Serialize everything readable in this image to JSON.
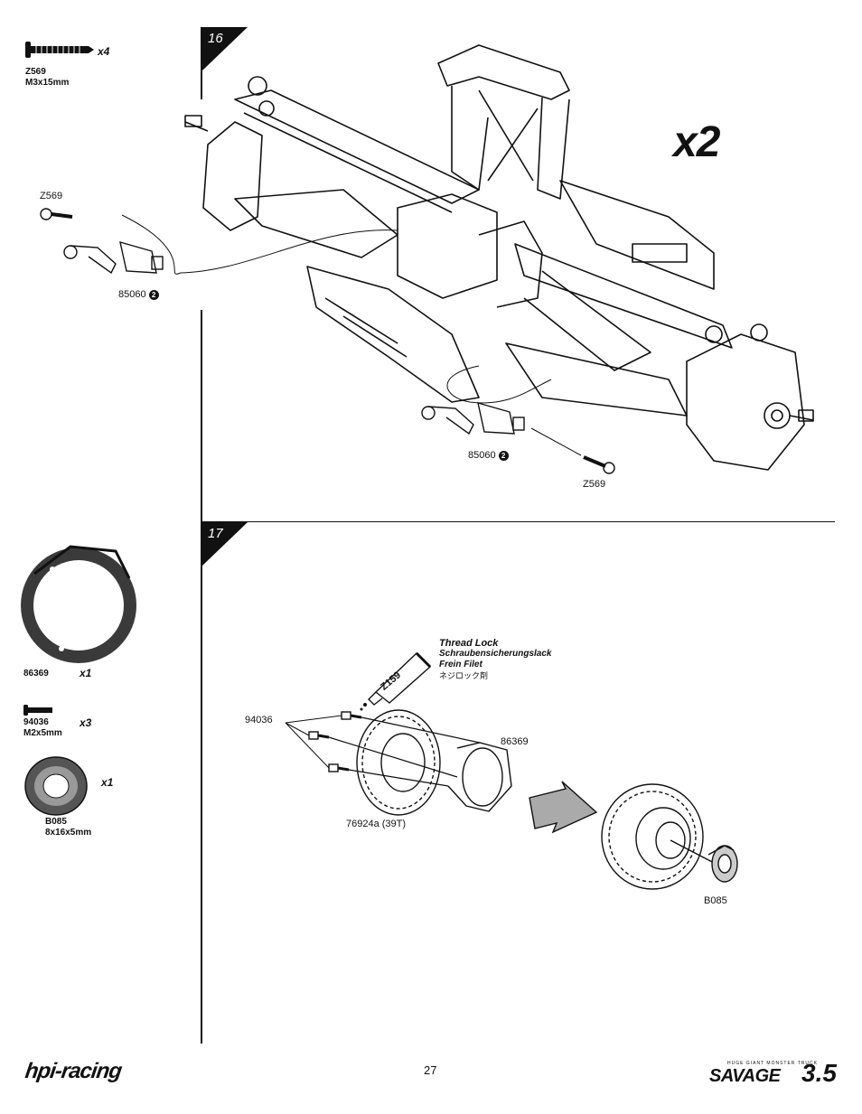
{
  "page": {
    "number": "27"
  },
  "branding": {
    "left_logo": "hpi-racing",
    "right_logo_small": "HUGE GIANT MONSTER TRUCK",
    "right_logo_main": "SAVAGE",
    "right_logo_version": "3.5"
  },
  "step16": {
    "number": "16",
    "multiplier": "x2",
    "parts": [
      {
        "code": "Z569",
        "size": "M3x15mm",
        "qty": "x4"
      }
    ],
    "callouts": {
      "screw_top": "Z569",
      "link_top": "85060",
      "link_bottom": "85060",
      "screw_bottom": "Z569"
    },
    "link_badge": "2"
  },
  "step17": {
    "number": "17",
    "parts": [
      {
        "code": "86369",
        "size": "",
        "qty": "x1"
      },
      {
        "code": "94036",
        "size": "M2x5mm",
        "qty": "x3"
      },
      {
        "code": "B085",
        "size": "8x16x5mm",
        "qty": "x1"
      }
    ],
    "thread_lock": {
      "en": "Thread Lock",
      "de": "Schraubensicherungslack",
      "fr": "Frein Filet",
      "jp": "ネジロック剤",
      "tube": "Z159"
    },
    "callouts": {
      "screws": "94036",
      "ring": "86369",
      "gear": "76924a (39T)",
      "bearing": "B085"
    }
  },
  "colors": {
    "line": "#111111",
    "arrow_fill": "#aaaaaa",
    "ring_fill": "#3a3a3a"
  }
}
